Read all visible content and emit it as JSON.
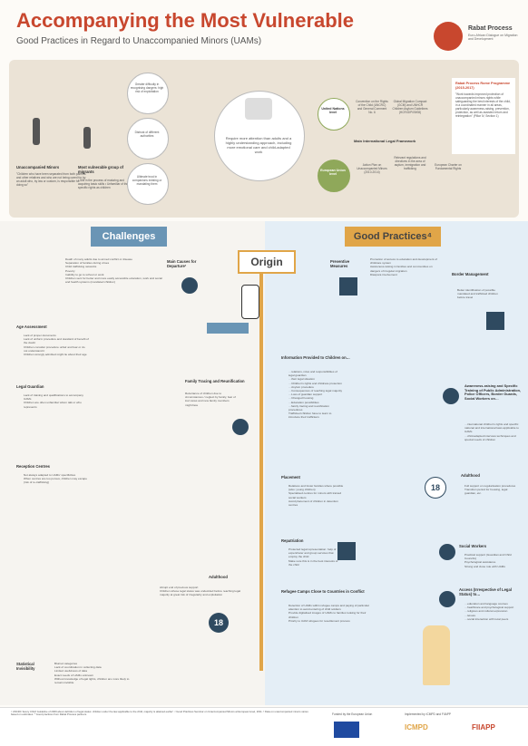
{
  "header": {
    "title": "Accompanying the Most Vulnerable",
    "subtitle": "Good Practices in Regard to Unaccompanied Minors (UAMs)",
    "brand": "Rabat Process",
    "brand_sub": "Euro-African Dialogue on Migration and Development"
  },
  "top": {
    "uam_title": "Unaccompanied Minors",
    "uam_text": "\"Children who have been separated from both parents and other relatives and who are not being cared for by an adult who, by law or custom, is responsible for doing so\"",
    "vuln_title": "Most vulnerable group of migrants",
    "vuln_text": "• Still in the process of maturing and acquiring basic skills • Unfamiliar of their specific rights as children",
    "c1": "Greater difficulty in recognising dangers: high risk of exploitation",
    "c2": "Distrust of different authorities",
    "c3": "Ultimate trust in companions existing or mandating them",
    "big": "Require more attention than adults and a highly understanding approach, including more emotional care and child-adapted work",
    "un": "United Nations level",
    "eu": "European Union level",
    "fw": "Main International Legal Framework",
    "un1": "Convention on the Rights of the Child (UNCRC) and General Comment No. 6",
    "un2": "Global Migration Compact (GCM) and UNHCR Children Asylum Guidelines (HCR/GIP/09/08)",
    "eu1": "Action Plan on Unaccompanied Minors (2010-2014)",
    "eu2": "Relevant regulations and directives in the area of asylum, immigration and trafficking",
    "eu3": "European Charter on Fundamental Rights",
    "prog_title": "Rabat Process Rome Programme (2015-2017)",
    "prog_text": "\"Work towards improved protection of unaccompanied minors rights while safeguarding the best interests of the child, in a coordinated manner in all areas, particularly awareness-raising, prevention, protection, as well as assisted return and reintegration\" (Pillar IV, Section 1)"
  },
  "sections": {
    "challenges": "Challenges",
    "good": "Good Practices⁴",
    "origin": "Origin"
  },
  "left": {
    "dep_title": "Main Causes for Departure²",
    "dep": [
      "Death of many adults due to armed conflict or disease",
      "Separation of families during crises",
      "Child trafficking networks",
      "Poverty",
      "Inability to go to school or work",
      "Children sent for better and more easily accessible education, work and social and health systems (mandated children)"
    ],
    "age_title": "Age Assessment",
    "age": [
      "Lack of proper documents",
      "Lack of uniform procedure and standard of benefit of the doubt",
      "Children consider procedure unfair and fear or do not understand it",
      "Children wrongly admitted might lie about their age"
    ],
    "lg_title": "Legal Guardian",
    "lg": [
      "Lack of training and qualifications to accompany UAMs",
      "Children are often unfamiliar whom talk or who represents"
    ],
    "fam_title": "Family Tracing and Reunification",
    "fam": [
      "Reluctance of children due to circumstances / neglect by family, fear of lost views and new family members might face"
    ],
    "rc_title": "Reception Centres",
    "rc": [
      "Not always adapted to UAMs' specificities",
      "When centres are too porous, children may escape (risk of re-trafficking)"
    ],
    "ad_title": "Adulthood",
    "ad": [
      "Abrupt end of previous support",
      "Children whose legal status was undecided before reaching legal majority at great risk of irregularity and exploitation"
    ],
    "st_title": "Statistical Invisibility",
    "st": [
      "Blurred categories",
      "Lack of coordination in collecting data",
      "Limited usefulness of data",
      "Exact needs of UAMs unknown",
      "Without knowledge of legal rights, children are more likely to remain invisible"
    ]
  },
  "right": {
    "pm_title": "Preventive Measures",
    "pm": [
      "Promotion of access to education and development of childcare system",
      "Awareness-raising in families and communities on dangers of irregular migration",
      "Diaspora involvement"
    ],
    "bm_title": "Border Management",
    "bm": [
      "Better identification of possible mandated and trafficked children before travel"
    ],
    "info_title": "Information Provided to Children on…",
    "info": [
      "…relations, roles and responsibilities of legal guardian",
      "…their legal situation",
      "…Children's rights and childcare protection",
      "…Asylum procedure",
      "…Consequences of reaching legal majority",
      "…Loss of guardian support",
      "…Changed housing",
      "…Education possibilities",
      "…family tracing and reunification procedures",
      "Trafficked children have to learn to introduce their traffickers"
    ],
    "aw_title": "Awareness-raising and Specific Training of Public Administration, Police Officers, Border Guards, Social Workers on…",
    "aw": [
      "…international children's rights and specific national and international laws applicable to UAMs",
      "…child-adapted interview techniques and special needs of children"
    ],
    "pl_title": "Placement",
    "pl": [
      "Relatives and foster families where possible (also: young children)",
      "Specialised centres for minors with trained social workers",
      "Avoid placement of children in detention centres"
    ],
    "ad_title": "Adulthood",
    "ad": [
      "Full support on regularisation procedures",
      "Transition period for housing, legal guardian, etc."
    ],
    "rep_title": "Repatriation",
    "rep": [
      "Protected legal representation: help of expert/carer and group services that employ the child",
      "Make sure this is in the best interests of the child"
    ],
    "sw_title": "Social Workers",
    "sw": [
      "Practical support (Guardian and Child Councils)",
      "Psychological assistance",
      "Strong and close rule with UAMs"
    ],
    "rcc_title": "Refugee Camps Close to Countries in Conflict",
    "rcc": [
      "Detection of UAMs within refugee camps and paying of particular attention to avoid entering of child soldiers",
      "Provide digitalised images of UAMs to families looking for their children",
      "Priority to UAM refugees for resettlement process"
    ],
    "acc_title": "Access (Irrespective of Legal Status) to…",
    "acc": [
      "…education and language courses",
      "…healthcare and psychological support",
      "…religious and cultural expression",
      "…leisure",
      "…social interaction with local peers"
    ],
    "num18": "18"
  },
  "footer": {
    "notes": "¹ UNCRC 'Every Child' Guideline of 2009 about definition of legal status: children under the law applicable to the child, majority is attained earlier'. ² Good Practices Seminar on Unaccompanied Minors at European level, 2011. ³ Data on unaccompanied minors varies based on estimates. ⁴ Good practices from Rabat Process partners.",
    "funded": "Funded by the European Union",
    "impl": "Implemented by ICMPD and FIIAPP",
    "icmpd": "ICMPD",
    "fiiapp": "FIIAPP"
  },
  "colors": {
    "red": "#c8472e",
    "blue": "#6a95b5",
    "gold": "#e0a548",
    "navy": "#2f4a60",
    "green": "#8fa85a"
  }
}
